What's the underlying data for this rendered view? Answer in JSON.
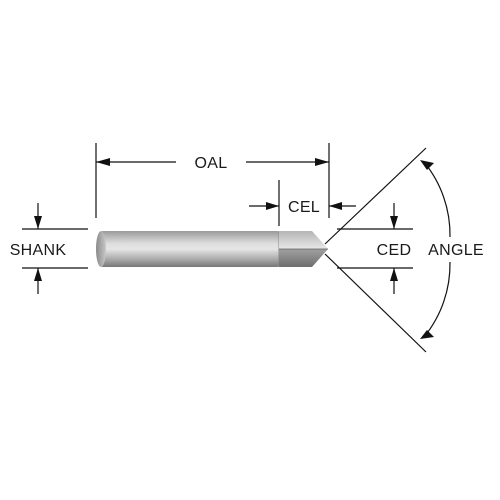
{
  "labels": {
    "oal": "OAL",
    "cel": "CEL",
    "shank": "SHANK",
    "ced": "CED",
    "angle": "ANGLE"
  },
  "colors": {
    "tool_dark": "#7d7d7d",
    "tool_light": "#e3e3e3",
    "line": "#111111"
  }
}
